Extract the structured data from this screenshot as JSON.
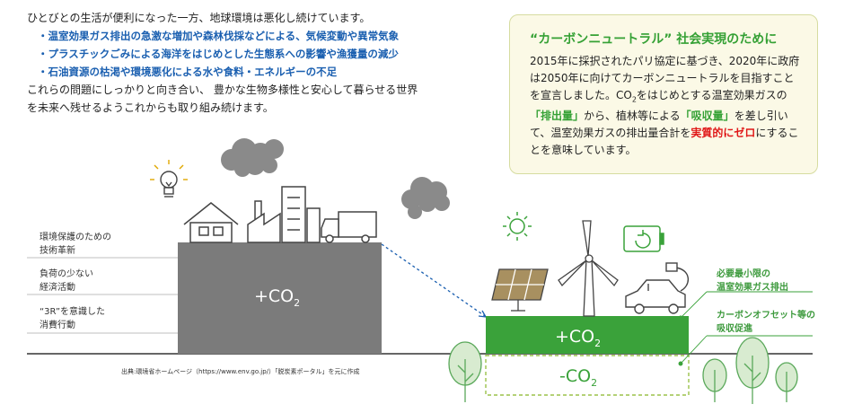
{
  "intro": {
    "lead": "ひとびとの生活が便利になった一方、地球環境は悪化し続けています。",
    "bullets": [
      "・温室効果ガス排出の急激な増加や森林伐採などによる、気候変動や異常気象",
      "・プラスチックごみによる海洋をはじめとした生態系への影響や漁獲量の減少",
      "・石油資源の枯渇や環境悪化による水や食料・エネルギーの不足"
    ],
    "closing_line1": "これらの問題にしっかりと向き合い、 豊かな生物多様性と安心して暮らせる世界",
    "closing_line2": "を未来へ残せるようこれからも取り組み続けます。"
  },
  "callout": {
    "title": "“カーボンニュートラル” 社会実現のために",
    "body_1": "2015年に採択されたパリ協定に基づき、2020年に政府は2050年に向けてカーボンニュートラルを目指すことを宣言しました。CO",
    "body_sub": "2",
    "body_2": "をはじめとする温室効果ガスの",
    "hl_emission": "「排出量」",
    "body_3": "から、植林等による",
    "hl_absorption": "「吸収量」",
    "body_4": "を差し引いて、温室効果ガスの排出量合計を",
    "hl_zero": "実質的にゼロ",
    "body_5": "にすることを意味しています。"
  },
  "left_labels": [
    {
      "line1": "環境保護のための",
      "line2": "技術革新"
    },
    {
      "line1": "負荷の少ない",
      "line2": "経済活動"
    },
    {
      "line1": "“3R”を意識した",
      "line2": "消費行動"
    }
  ],
  "blocks": {
    "gray_label": "+CO",
    "green_label": "+CO",
    "offset_label": "-CO",
    "sub": "2"
  },
  "right_labels": [
    {
      "line1": "必要最小限の",
      "line2": "温室効果ガス排出"
    },
    {
      "line1": "カーボンオフセット等の",
      "line2": "吸収促進"
    }
  ],
  "source": "出典:環境省ホームページ（https://www.env.go.jp/）「脱炭素ポータル」を元に作成",
  "colors": {
    "gray_block": "#7b7b7b",
    "green_block": "#3aa23a",
    "accent_green": "#35a135",
    "bullet_blue": "#1a5fb0",
    "highlight_red": "#e01818"
  }
}
